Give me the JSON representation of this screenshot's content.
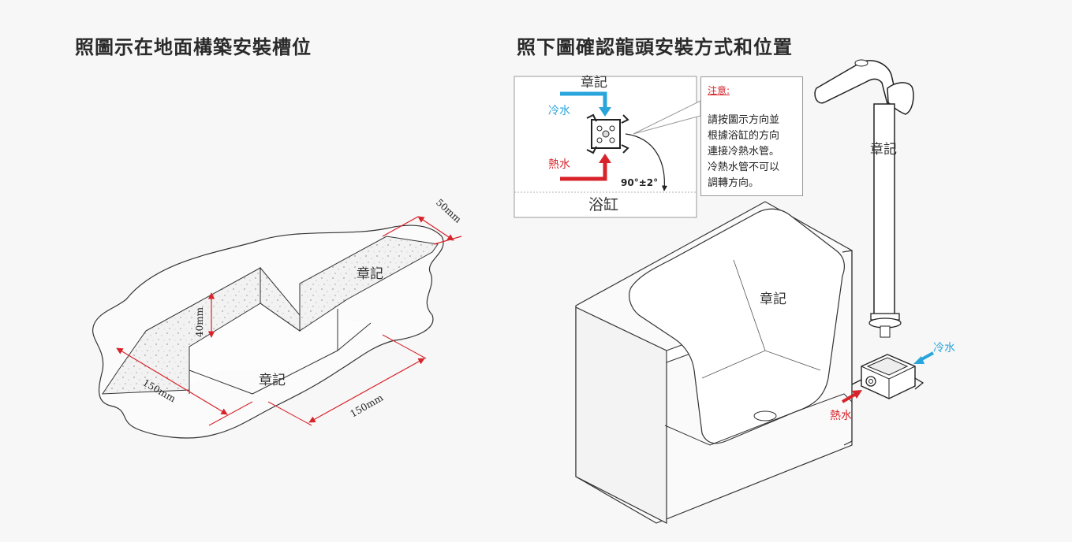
{
  "left_panel": {
    "title": "照圖示在地面構築安裝槽位",
    "stamp_top": "章記",
    "stamp_bottom": "章記",
    "dim_depth": "40mm",
    "dim_width_left": "150mm",
    "dim_length_bottom": "150mm",
    "dim_top": "50mm"
  },
  "right_panel": {
    "title": "照下圖確認龍頭安裝方式和位置",
    "inset_stamp": "章記",
    "cold_label": "冷水",
    "hot_label": "熱水",
    "angle_label": "90°±2°",
    "tub_label": "浴缸",
    "note_title": "注意:",
    "note_lines": [
      "請按圖示方向並",
      "根據浴缸的方向",
      "連接冷熱水管。",
      "冷熱水管不可以",
      "調轉方向。"
    ],
    "faucet_stamp": "章記",
    "tub_stamp": "章記",
    "cold_label_bottom": "冷水",
    "hot_label_bottom": "熱水"
  },
  "colors": {
    "cold": "#2aa5dc",
    "hot": "#d8232a",
    "dimension": "#d8232a"
  }
}
